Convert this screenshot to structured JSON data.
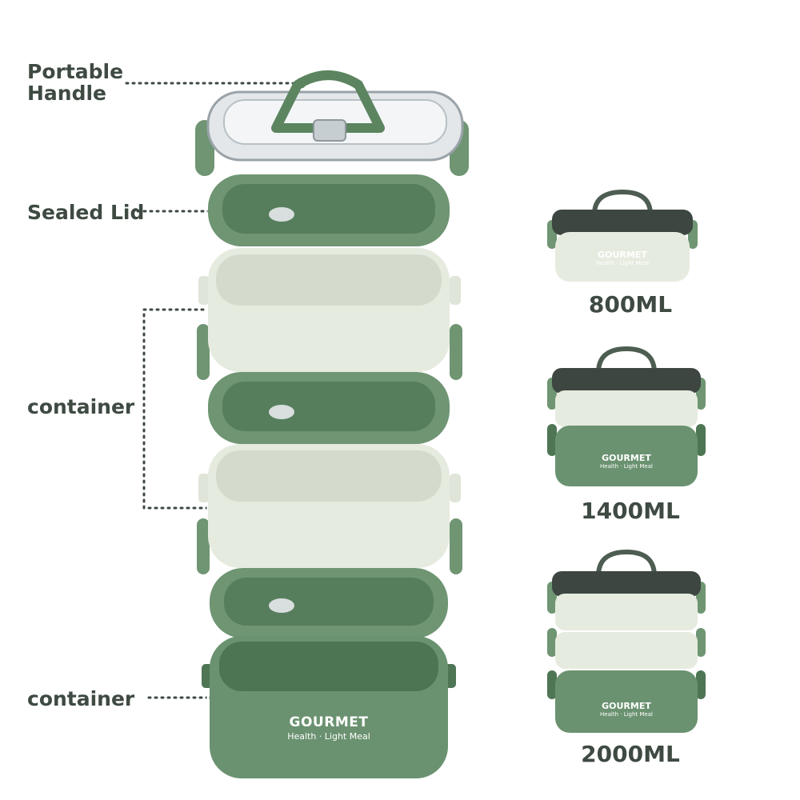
{
  "labels": {
    "portable_handle_line1": "Portable",
    "portable_handle_line2": "Handle",
    "sealed_lid": "Sealed Lid",
    "container_upper": "container",
    "container_lower": "container"
  },
  "brand": {
    "name": "GOURMET",
    "tagline": "Health · Light Meal"
  },
  "sizes": [
    {
      "capacity": "800ML",
      "tiers": 1
    },
    {
      "capacity": "1400ML",
      "tiers": 2
    },
    {
      "capacity": "2000ML",
      "tiers": 3
    }
  ],
  "colors": {
    "dark_green": "#58805e",
    "mid_green": "#6f9573",
    "cream": "#e6ebdf",
    "lid_clear": "#d8dde0",
    "text": "#3e4a42"
  }
}
